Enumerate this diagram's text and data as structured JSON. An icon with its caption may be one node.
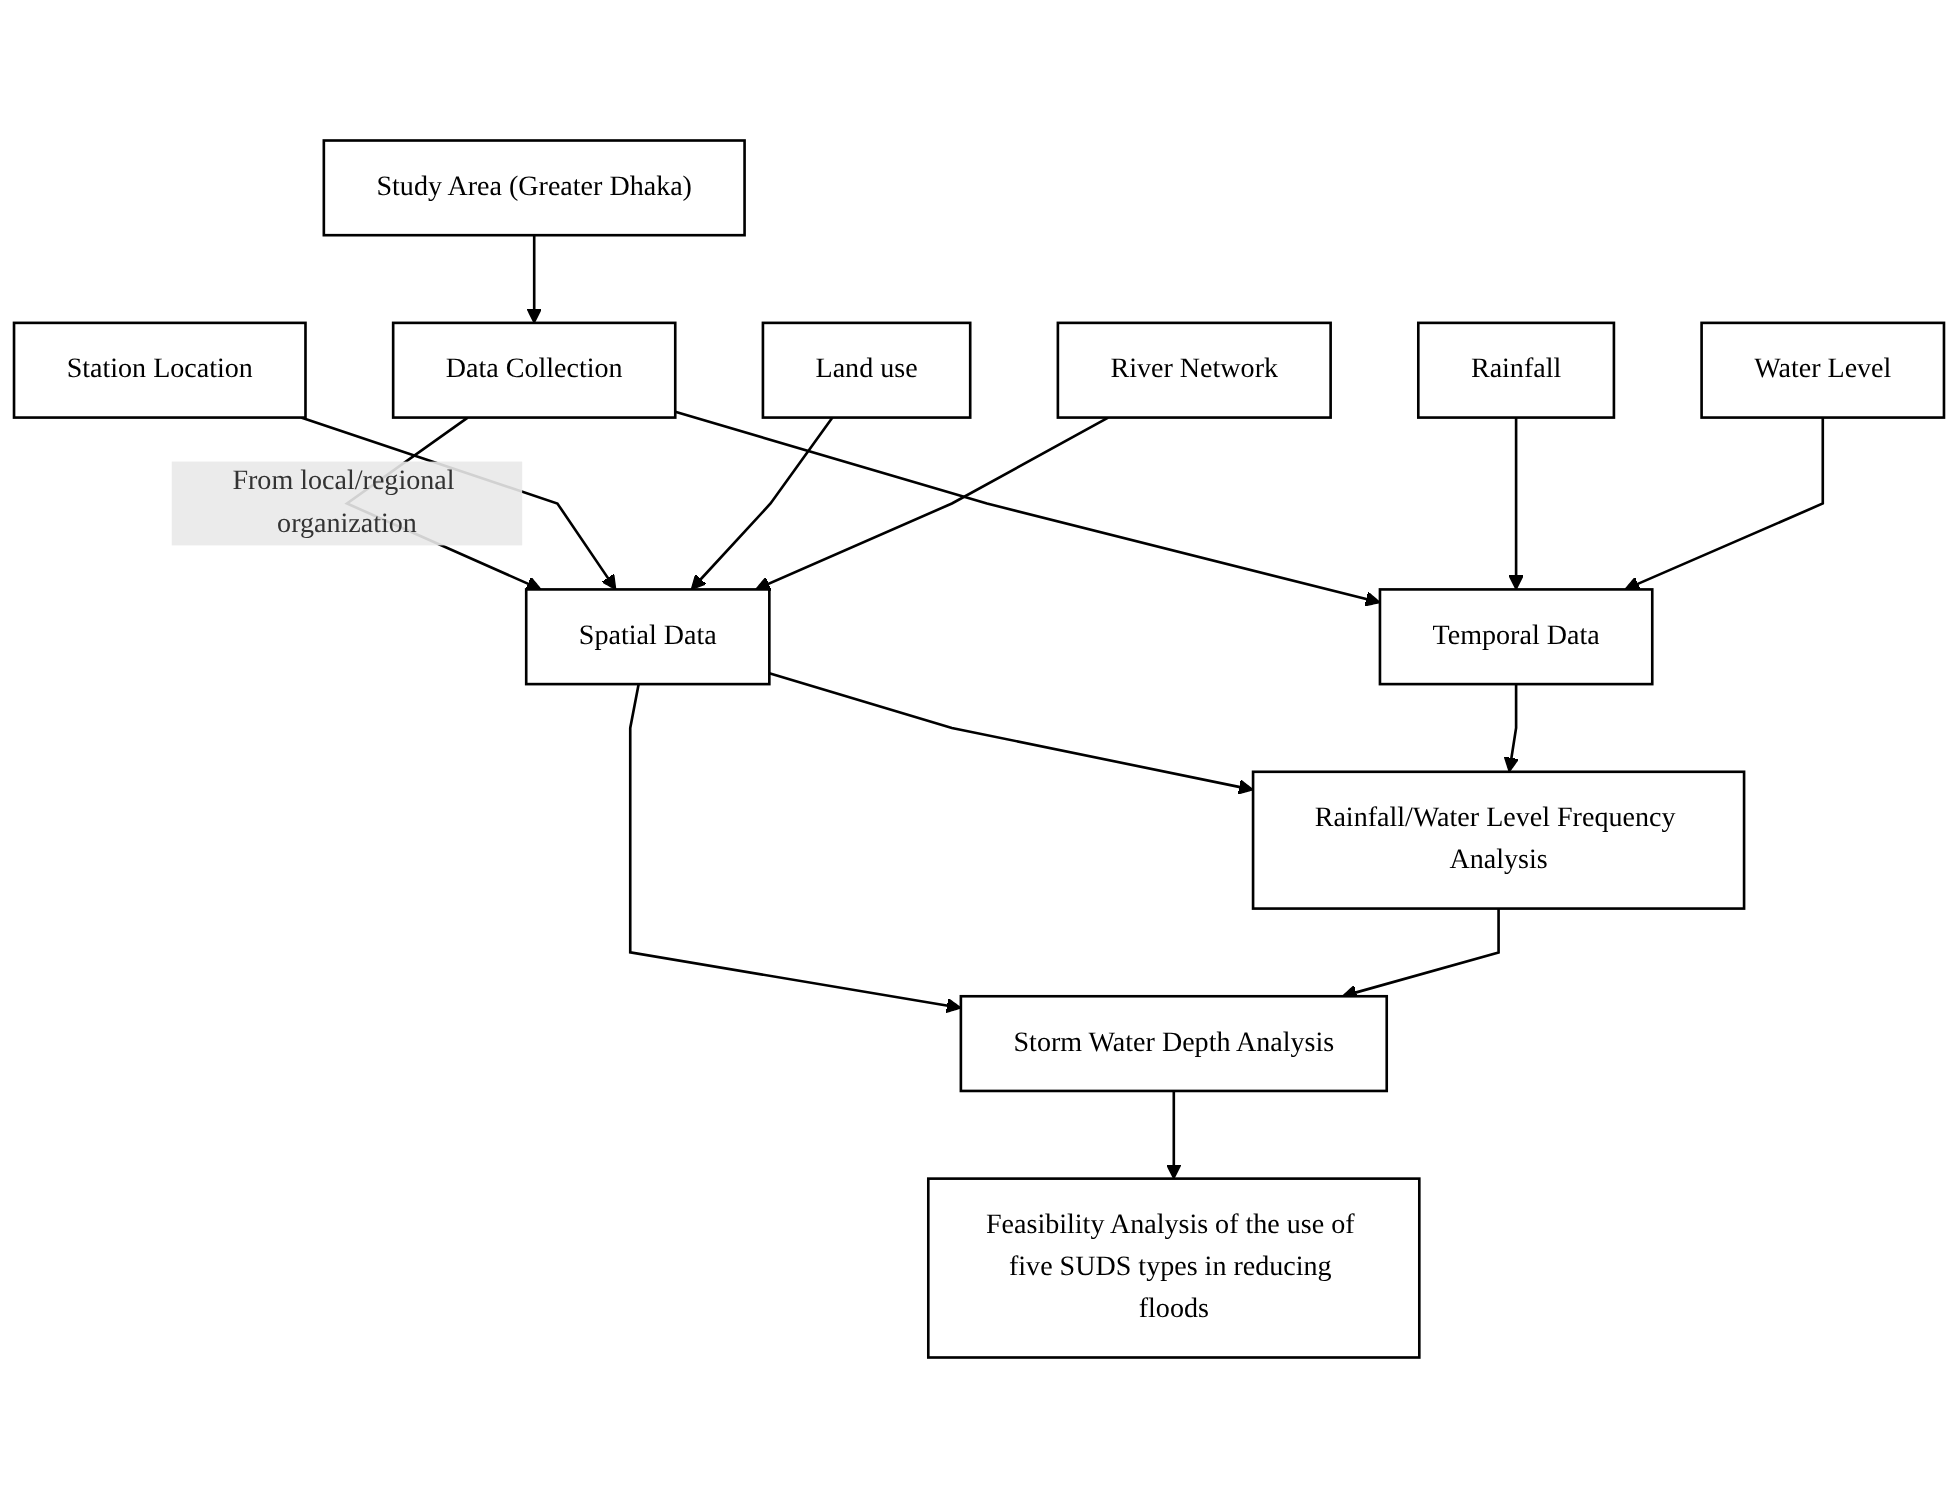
{
  "diagram": {
    "nodes": [
      {
        "text": [
          "Study Area (Greater Dhaka)"
        ]
      },
      {
        "text": [
          "Data Collection"
        ]
      },
      {
        "text": [
          "Station Location"
        ]
      },
      {
        "text": [
          "Land use"
        ]
      },
      {
        "text": [
          "River Network"
        ]
      },
      {
        "text": [
          "Spatial Data"
        ]
      },
      {
        "text": [
          "Temporal Data"
        ]
      },
      {
        "text": [
          "Rainfall"
        ]
      },
      {
        "text": [
          "Water Level"
        ]
      },
      {
        "text": [
          "Storm Water Depth Analysis"
        ]
      },
      {
        "text": [
          "Rainfall/Water Level Frequency Analysis"
        ]
      },
      {
        "text": [
          "Feasibility Analysis of the use of five SUDS types in reducing floods"
        ]
      }
    ],
    "edges": [
      {
        "from": 0,
        "to": 1,
        "arrow": "to"
      },
      {
        "from": 1,
        "to": 5,
        "arrow": "to",
        "label": "From local/regional organization"
      },
      {
        "from": 1,
        "to": 6,
        "arrow": "to"
      },
      {
        "from": 2,
        "to": 5,
        "arrow": "to"
      },
      {
        "from": 3,
        "to": 5,
        "arrow": "to"
      },
      {
        "from": 4,
        "to": 5,
        "arrow": "to"
      },
      {
        "from": 7,
        "to": 6,
        "arrow": "to"
      },
      {
        "from": 8,
        "to": 6,
        "arrow": "to"
      },
      {
        "from": 5,
        "to": 9,
        "arrow": "to"
      },
      {
        "from": 5,
        "to": 10,
        "arrow": "to"
      },
      {
        "from": 6,
        "to": 10,
        "arrow": "to"
      },
      {
        "from": 10,
        "to": 9,
        "arrow": "to"
      },
      {
        "from": 9,
        "to": 11,
        "arrow": "to"
      }
    ]
  }
}
